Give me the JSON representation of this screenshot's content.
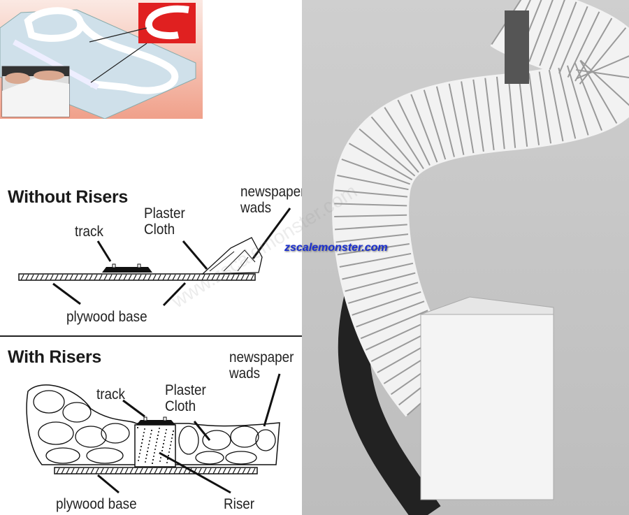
{
  "top_photo": {
    "description_icon": "foam-riser-layout-photo"
  },
  "without_risers": {
    "title": "Without Risers",
    "labels": {
      "track": "track",
      "plaster_cloth": "Plaster\nCloth",
      "newspaper_wads": "newspaper\nwads",
      "plywood_base": "plywood base"
    }
  },
  "with_risers": {
    "title": "With Risers",
    "labels": {
      "track": "track",
      "plaster_cloth": "Plaster\nCloth",
      "newspaper_wads": "newspaper\nwads",
      "plywood_base": "plywood base",
      "riser": "Riser"
    }
  },
  "watermark": {
    "text": "zscalemonster.com",
    "faint": "www.zscalemonster.com"
  },
  "colors": {
    "accent_red": "#e02020",
    "watermark_blue": "#1a2fd0",
    "panel_gray": "#c8c8c8"
  }
}
